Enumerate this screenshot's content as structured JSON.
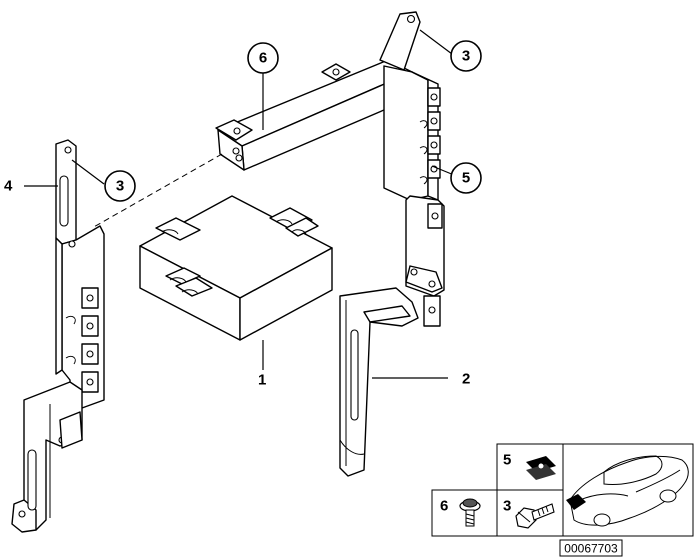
{
  "callouts": {
    "c6": "6",
    "c3_top": "3",
    "c3_left": "3",
    "c5": "5"
  },
  "labels": {
    "l4": "4",
    "l1": "1",
    "l2": "2"
  },
  "parts_grid": {
    "p5": "5",
    "p6": "6",
    "p3": "3"
  },
  "reference_number": "00067703"
}
